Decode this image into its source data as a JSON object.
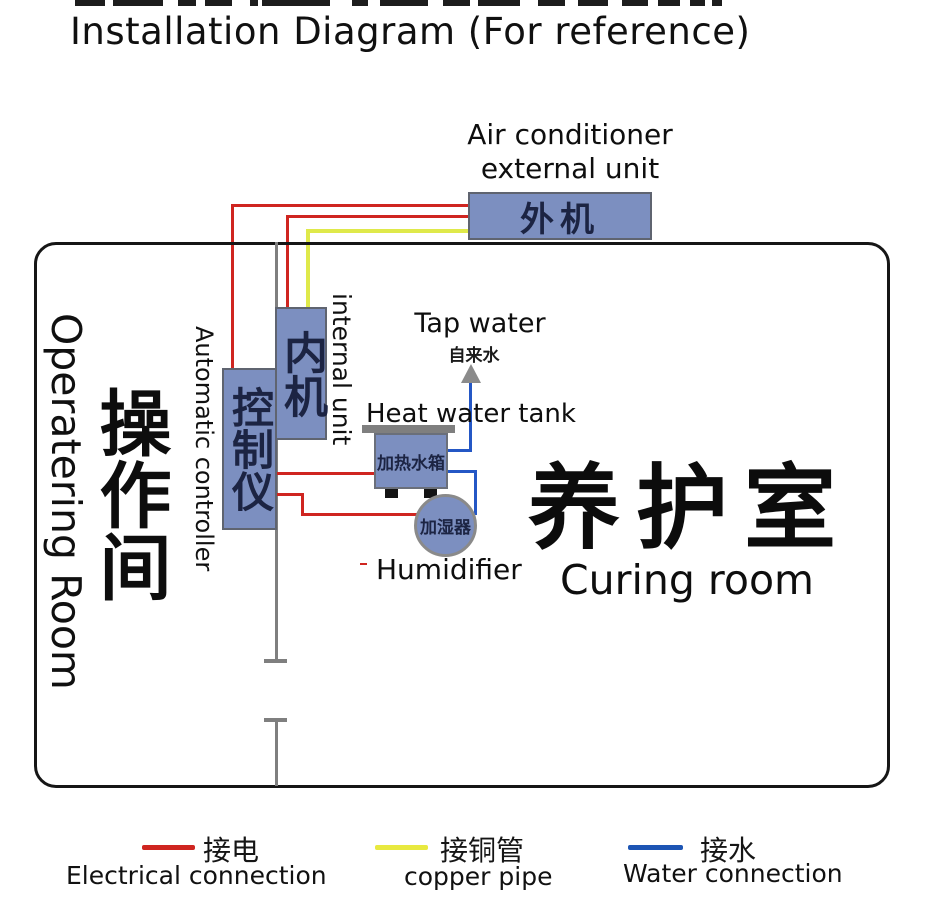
{
  "title": "Installation Diagram (For reference)",
  "external_unit": {
    "en_line1": "Air conditioner",
    "en_line2": "external unit",
    "zh": "外机"
  },
  "operating_room": {
    "en": "Operatering Room",
    "zh": "操作间"
  },
  "curing_room": {
    "zh": "养护室",
    "en": "Curing room"
  },
  "automatic_controller": {
    "en": "Automatic controller",
    "zh": "控制仪"
  },
  "internal_unit": {
    "en": "internal unit",
    "zh": "内机"
  },
  "tap_water": {
    "en": "Tap water",
    "zh": "自来水"
  },
  "heat_water_tank": {
    "en": "Heat water tank",
    "zh": "加热水箱"
  },
  "humidifier": {
    "en": "Humidifier",
    "zh": "加湿器"
  },
  "legend": {
    "electrical": {
      "zh": "接电",
      "en": "Electrical connection",
      "color": "#cf2520"
    },
    "copper": {
      "zh": "接铜管",
      "en": "copper pipe",
      "color": "#e8e93f"
    },
    "water": {
      "zh": "接水",
      "en": "Water connection",
      "color": "#1d55b4"
    }
  },
  "colors": {
    "wire_red": "#cf2520",
    "wire_yellow": "#dfe94a",
    "wire_blue": "#2457c5",
    "wall_gray": "#7f7f7f",
    "box_fill": "#7c8fc0",
    "box_text": "#1c2443"
  }
}
